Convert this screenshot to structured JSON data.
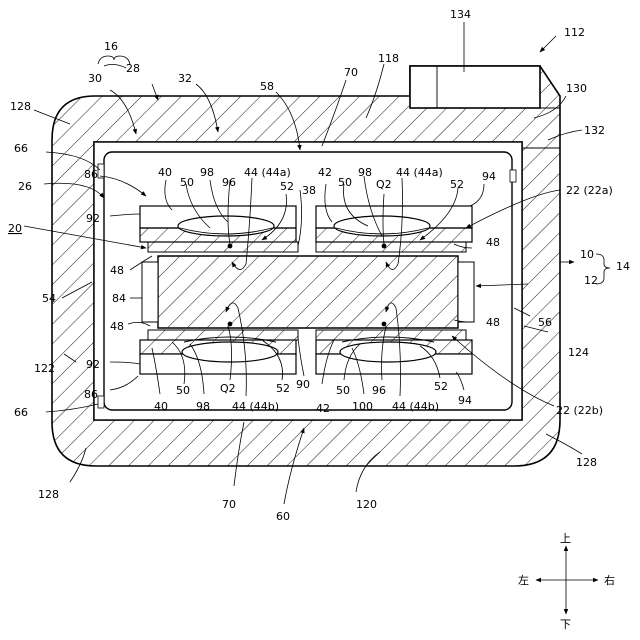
{
  "colors": {
    "ink": "#000000",
    "background": "#ffffff"
  },
  "labels": {
    "l16": "16",
    "l30": "30",
    "l28": "28",
    "l32": "32",
    "l58": "58",
    "l70t": "70",
    "l118": "118",
    "l134": "134",
    "l112": "112",
    "l130": "130",
    "l128tl": "128",
    "l132": "132",
    "l66t": "66",
    "l86t": "86",
    "l40t": "40",
    "l50t": "50",
    "l98t": "98",
    "l96t": "96",
    "l44at1": "44 (44a)",
    "l52t": "52",
    "l42t": "42",
    "l38": "38",
    "l98t2": "98",
    "l50t2": "50",
    "lQ2t": "Q2",
    "l44at2": "44 (44a)",
    "l52t2": "52",
    "l94t": "94",
    "l26": "26",
    "l22a": "22 (22a)",
    "l92t": "92",
    "l20": "20",
    "l48ul": "48",
    "l48ur": "48",
    "l10": "10",
    "l14": "14",
    "l12": "12",
    "l54": "54",
    "l84": "84",
    "l48ll": "48",
    "l48lr": "48",
    "l56": "56",
    "l124": "124",
    "l122": "122",
    "l92b": "92",
    "l86b": "86",
    "l50b": "50",
    "lQ2b": "Q2",
    "l52b": "52",
    "l90": "90",
    "l42b": "42",
    "l50b2": "50",
    "l96b": "96",
    "l52b2": "52",
    "l40b": "40",
    "l98b": "98",
    "l44bb1": "44 (44b)",
    "l100": "100",
    "l44bb2": "44 (44b)",
    "l94b": "94",
    "l22b": "22 (22b)",
    "l66b": "66",
    "l128br": "128",
    "l128bl": "128",
    "l70b": "70",
    "l60": "60",
    "l120": "120"
  },
  "directions": {
    "up": "上",
    "down": "下",
    "left": "左",
    "right": "右"
  }
}
